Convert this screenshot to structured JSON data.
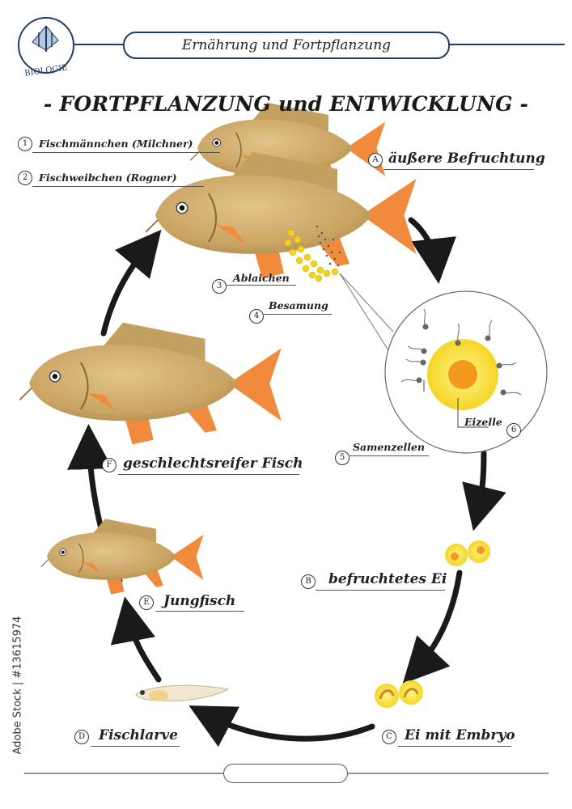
{
  "header": {
    "logo_text": "BIOLOGIE",
    "subject": "Ernährung und Fortpflanzung"
  },
  "title": "- FORTPFLANZUNG und ENTWICKLUNG -",
  "labels": {
    "fisch_maennchen": {
      "num": "1",
      "text": "Fischmännchen (Milchner)"
    },
    "fisch_weibchen": {
      "num": "2",
      "text": "Fischweibchen (Rogner)"
    },
    "ablaichen": {
      "num": "3",
      "text": "Ablaichen"
    },
    "besamung": {
      "num": "4",
      "text": "Besamung"
    },
    "samenzellen": {
      "num": "5",
      "text": "Samenzellen"
    },
    "eizelle": {
      "num": "6",
      "text": "Eizelle"
    }
  },
  "stages": {
    "a": {
      "letter": "A",
      "text": "äußere Befruchtung"
    },
    "b": {
      "letter": "B",
      "text": "befruchtetes Ei"
    },
    "c": {
      "letter": "C",
      "text": "Ei mit Embryo"
    },
    "d": {
      "letter": "D",
      "text": "Fischlarve"
    },
    "e": {
      "letter": "E",
      "text": "Jungfisch"
    },
    "f": {
      "letter": "F",
      "text": "geschlechtsreifer Fisch"
    }
  },
  "watermark": "Adobe Stock | #13615974",
  "colors": {
    "header_border": "#1f3d66",
    "fish_body": "#c9a463",
    "fish_fin": "#f08a3c",
    "egg_yellow": "#f4d21c",
    "egg_core": "#f39a1e",
    "arrow": "#1a1a1a"
  }
}
